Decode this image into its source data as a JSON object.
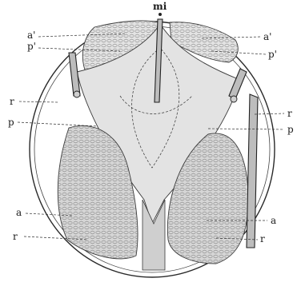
{
  "figure": {
    "labels": {
      "top": "mi",
      "a_prime_left": "a'",
      "a_prime_right": "a'",
      "p_prime_left": "p'",
      "p_prime_right": "p'",
      "r_left": "r",
      "r_right": "r",
      "p_left": "p",
      "p_right": "p",
      "a_left": "a",
      "a_right": "a",
      "r_lower_left": "r",
      "r_lower_right": "r"
    }
  }
}
